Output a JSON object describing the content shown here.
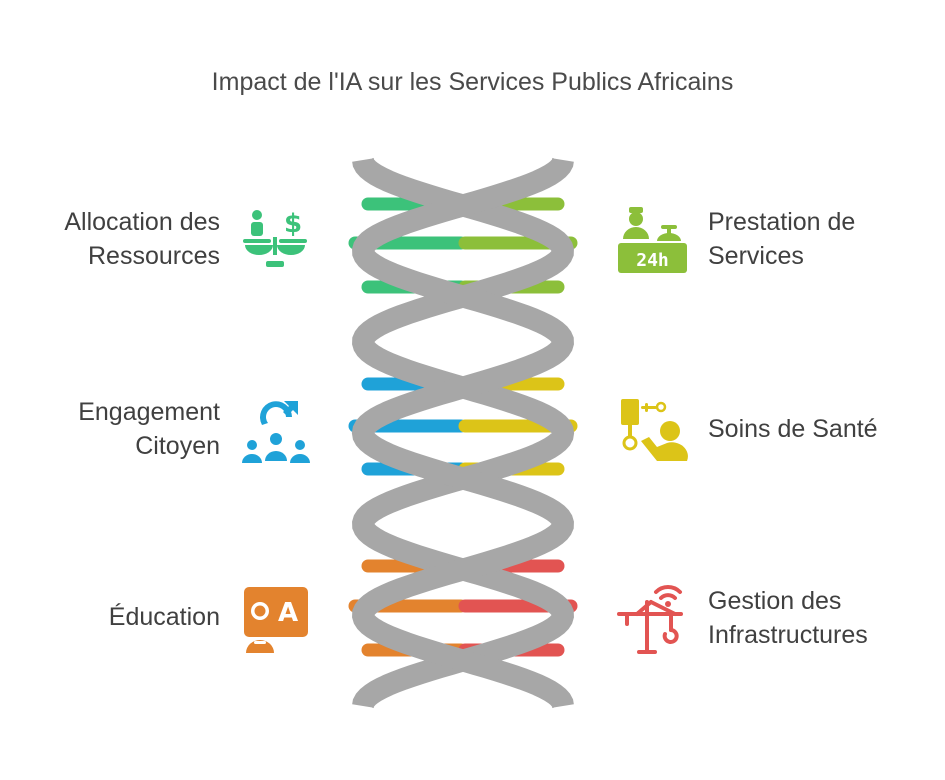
{
  "title": "Impact de l'IA sur les Services Publics Africains",
  "colors": {
    "strand": "#a7a7a7",
    "pair1_left": "#3cc27a",
    "pair1_right": "#8cbf3a",
    "pair2_left": "#1fa2d8",
    "pair2_right": "#dcc418",
    "pair3_left": "#e3832e",
    "pair3_right": "#e25452"
  },
  "items": [
    {
      "label": "Allocation des\nRessources",
      "icon": "balance-scale-people-money-icon",
      "color": "#3cc27a"
    },
    {
      "label": "Prestation de\nServices",
      "icon": "service-desk-24h-icon",
      "color": "#8cbf3a"
    },
    {
      "label": "Engagement\nCitoyen",
      "icon": "community-engagement-icon",
      "color": "#1fa2d8"
    },
    {
      "label": "Soins de Santé",
      "icon": "health-care-person-icon",
      "color": "#dcc418"
    },
    {
      "label": "Éducation",
      "icon": "education-student-board-icon",
      "color": "#e3832e"
    },
    {
      "label": "Gestion des\nInfrastructures",
      "icon": "construction-crane-icon",
      "color": "#e25452"
    }
  ]
}
